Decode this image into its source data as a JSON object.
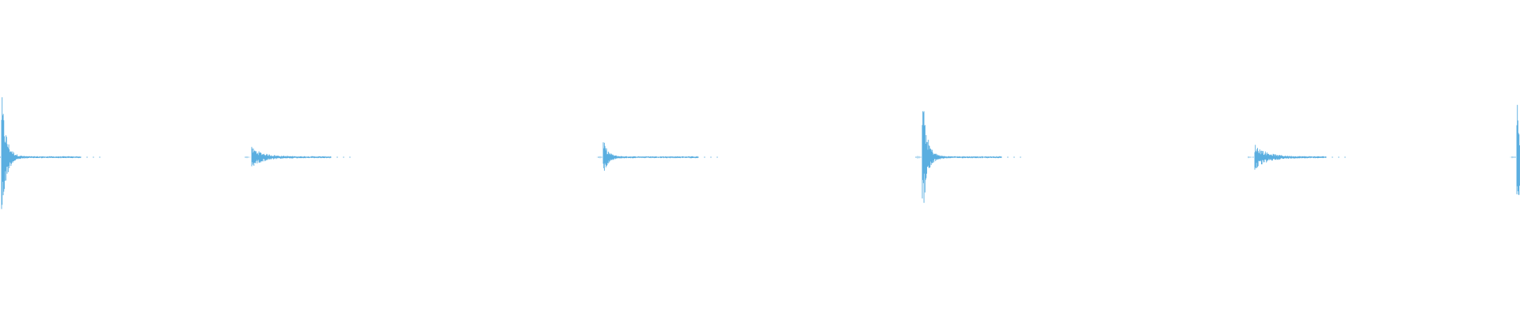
{
  "waveform": {
    "color": "#5aaee0",
    "background": "#ffffff",
    "transients": [
      {
        "peak_amplitude": 0.85,
        "decay": "fast"
      },
      {
        "peak_amplitude": 0.12,
        "decay": "slow"
      },
      {
        "peak_amplitude": 0.22,
        "decay": "fast"
      },
      {
        "peak_amplitude": 0.85,
        "decay": "fast"
      },
      {
        "peak_amplitude": 0.16,
        "decay": "slow"
      },
      {
        "peak_amplitude": 0.78,
        "decay": "fast"
      }
    ]
  }
}
